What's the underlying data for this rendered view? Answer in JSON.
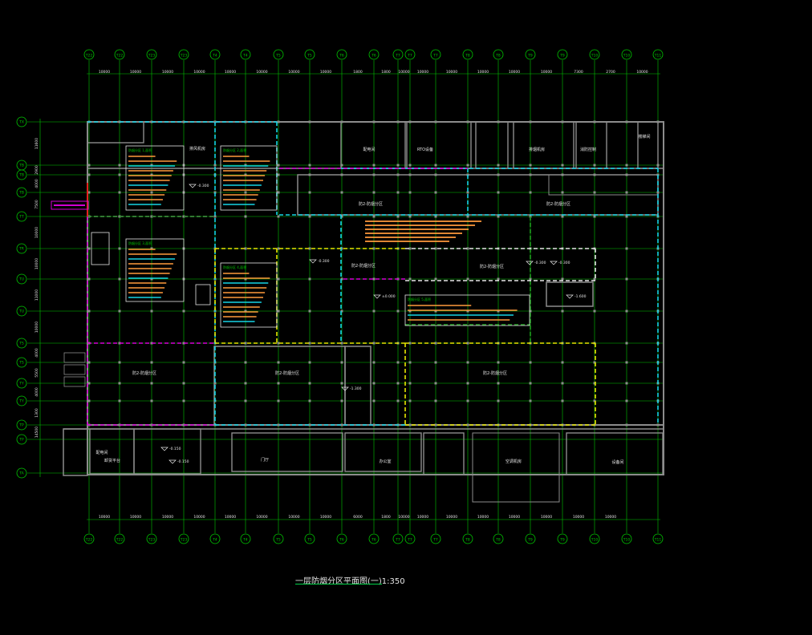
{
  "drawing": {
    "title": "一层防烟分区平面图(一)1:350",
    "colors": {
      "background": "#000000",
      "grid": "#00c800",
      "wall": "#8c8c8c",
      "cyan": "#15d4e6",
      "yellow": "#e6e600",
      "magenta": "#d400d4",
      "white": "#e6e6e6",
      "orange": "#ff9a3c",
      "green_dim": "#1fa01f"
    }
  },
  "axes": {
    "top_labels": [
      "T22",
      "T22",
      "T23",
      "T23",
      "T4",
      "T4",
      "T5",
      "T5",
      "T6",
      "T6",
      "T7",
      "T7",
      "T7",
      "T8",
      "T8",
      "T9",
      "T9",
      "T10",
      "T10",
      "T11"
    ],
    "top_dims": [
      "10000",
      "10000",
      "10000",
      "10000",
      "10000",
      "10000",
      "10000",
      "10000",
      "1800",
      "1800",
      "10000",
      "10000",
      "10000",
      "10000",
      "10000",
      "10000",
      "7300",
      "2700",
      "10000"
    ],
    "bottom_dims": [
      "10000",
      "10000",
      "10000",
      "10000",
      "10000",
      "10000",
      "10000",
      "10000",
      "6000",
      "1800",
      "10000",
      "10000",
      "10000",
      "10000",
      "10000",
      "10000",
      "10000",
      "10000"
    ],
    "left_labels": [
      "TX",
      "TB",
      "TB",
      "TB",
      "TT",
      "TR",
      "TU",
      "TU",
      "TS",
      "TS",
      "TY",
      "TY",
      "TP",
      "TP",
      "TA"
    ],
    "left_dims": [
      "11600",
      "2900",
      "4000",
      "7500",
      "10000",
      "10000",
      "11000",
      "10000",
      "4000",
      "5500",
      "4000",
      "1300",
      "14500"
    ]
  },
  "zones": [
    {
      "label": "防2-防烟分区"
    },
    {
      "label": "防2-防烟分区"
    },
    {
      "label": "防2-防烟分区"
    },
    {
      "label": "防2-防烟分区"
    },
    {
      "label": "防2-防烟分区"
    },
    {
      "label": "防2-防烟分区"
    },
    {
      "label": "防2-防烟分区"
    }
  ],
  "rooms": [
    "排风机房",
    "配电间",
    "RTO设备",
    "排烟机房",
    "消防控制",
    "楼梯间",
    "配电间",
    "卸货平台",
    "门厅",
    "办公室",
    "空调机房",
    "设备间"
  ],
  "elevations": [
    "-0.300",
    "-0.300",
    "-0.150",
    "±0.000",
    "-0.300",
    "-1.600",
    "-1.300",
    "-0.300",
    "-0.150"
  ],
  "notes": [
    "防烟分区 1,面积",
    "防烟分区 2,面积",
    "防烟分区 3,面积",
    "防烟分区 4,面积",
    "防烟分区 5,面积"
  ]
}
